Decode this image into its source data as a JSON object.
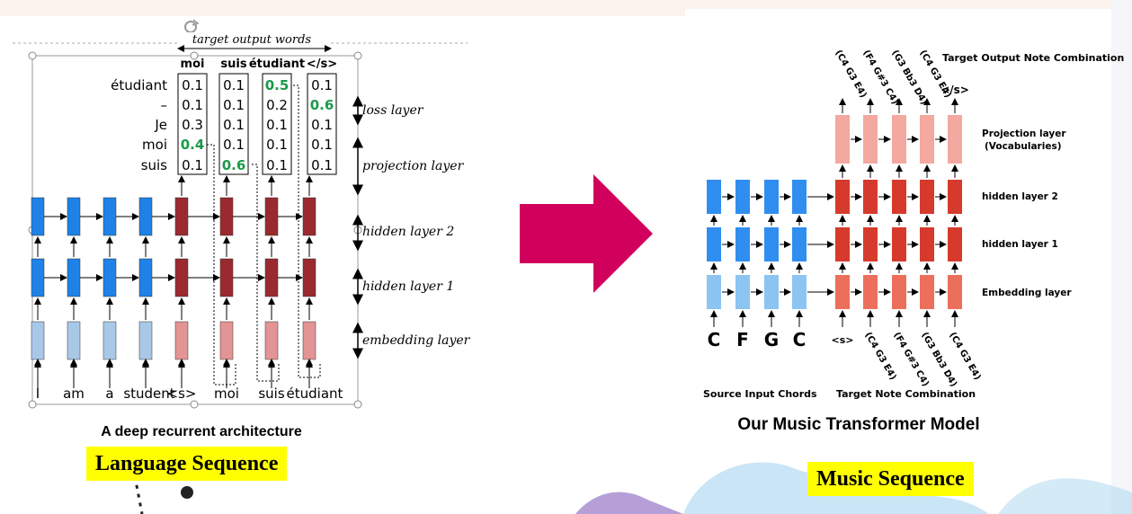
{
  "left": {
    "top_label": "target output words",
    "target_words": [
      "moi",
      "suis",
      "étudiant",
      "</s>"
    ],
    "vocab_rows": [
      "étudiant",
      "–",
      "Je",
      "moi",
      "suis"
    ],
    "prob_columns": [
      [
        "0.1",
        "0.1",
        "0.3",
        "0.4",
        "0.1"
      ],
      [
        "0.1",
        "0.1",
        "0.1",
        "0.1",
        "0.6"
      ],
      [
        "0.5",
        "0.2",
        "0.1",
        "0.1",
        "0.1"
      ],
      [
        "0.1",
        "0.6",
        "0.1",
        "0.1",
        "0.1"
      ]
    ],
    "highlighted_cells": [
      [
        0,
        3
      ],
      [
        1,
        4
      ],
      [
        2,
        0
      ],
      [
        3,
        1
      ]
    ],
    "layer_labels": [
      "loss layer",
      "projection layer",
      "hidden layer 2",
      "hidden layer 1",
      "embedding layer"
    ],
    "input_words": [
      "I",
      "am",
      "a",
      "student",
      "<s>",
      "moi",
      "suis",
      "étudiant"
    ],
    "caption": "A deep recurrent architecture",
    "banner": "Language Sequence"
  },
  "right": {
    "output_header": "Target Output Note Combination",
    "output_notes": [
      "(C4 G3 E4)",
      "(F4 G#3 C4)",
      "(G3 Bb3 D4)",
      "(C4 G3 E4)",
      "</s>"
    ],
    "layer_labels": [
      "Projection layer",
      "(Vocabularies)",
      "hidden layer 2",
      "hidden layer 1",
      "Embedding layer"
    ],
    "source_chords": [
      "C",
      "F",
      "G",
      "C"
    ],
    "target_inputs": [
      "<s>",
      "(C4 G3 E4)",
      "(F4 G#3 C4)",
      "(G3 Bb3 D4)",
      "(C4 G3 E4)"
    ],
    "source_label": "Source Input Chords",
    "target_label": "Target Note Combination",
    "caption": "Our Music Transformer Model",
    "banner": "Music Sequence"
  },
  "colors": {
    "arrow": "#d0005c",
    "blue_hidden": "#1e82e6",
    "blue_embed": "#a9c8e8",
    "red_hidden": "#9a2a30",
    "red_embed": "#e39494",
    "music_blue_hidden": "#2f8ef0",
    "music_blue_embed": "#8cc4f2",
    "music_red_hidden": "#d63a2c",
    "music_red_embed": "#ec6f5c",
    "music_projection": "#f3a8a0",
    "green": "#1a9a4a",
    "banner": "#ffff00"
  }
}
